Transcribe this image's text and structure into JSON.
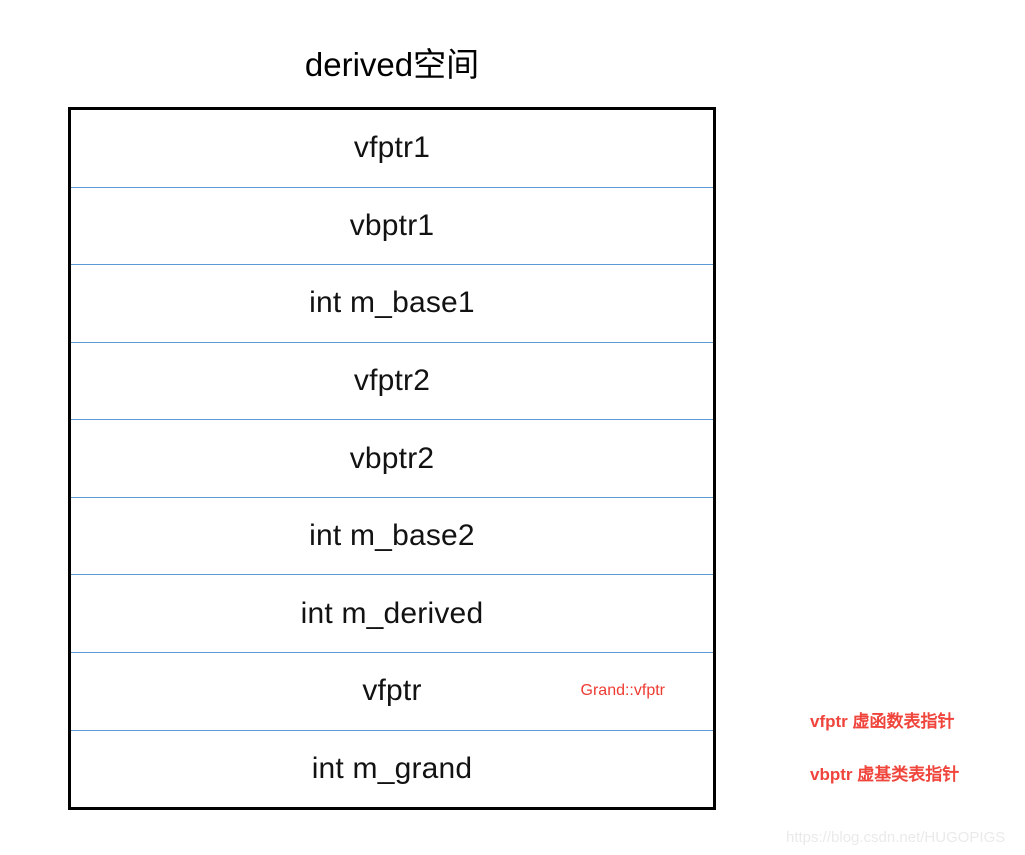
{
  "title": "derived空间",
  "colors": {
    "outer_border": "#000000",
    "row_divider": "#5b9bd5",
    "annotation_red": "#ee3b32",
    "legend_red": "#f0453c",
    "text": "#121212",
    "background": "#ffffff",
    "watermark": "#eaeaea"
  },
  "layout_rows": [
    {
      "label": "vfptr1",
      "note": ""
    },
    {
      "label": "vbptr1",
      "note": ""
    },
    {
      "label": "int m_base1",
      "note": ""
    },
    {
      "label": "vfptr2",
      "note": ""
    },
    {
      "label": "vbptr2",
      "note": ""
    },
    {
      "label": "int m_base2",
      "note": ""
    },
    {
      "label": "int m_derived",
      "note": ""
    },
    {
      "label": "vfptr",
      "note": "Grand::vfptr"
    },
    {
      "label": "int m_grand",
      "note": ""
    }
  ],
  "legend": [
    {
      "text": "vfptr 虚函数表指针"
    },
    {
      "text": "vbptr 虚基类表指针"
    }
  ],
  "watermark": "https://blog.csdn.net/HUGOPIGS"
}
